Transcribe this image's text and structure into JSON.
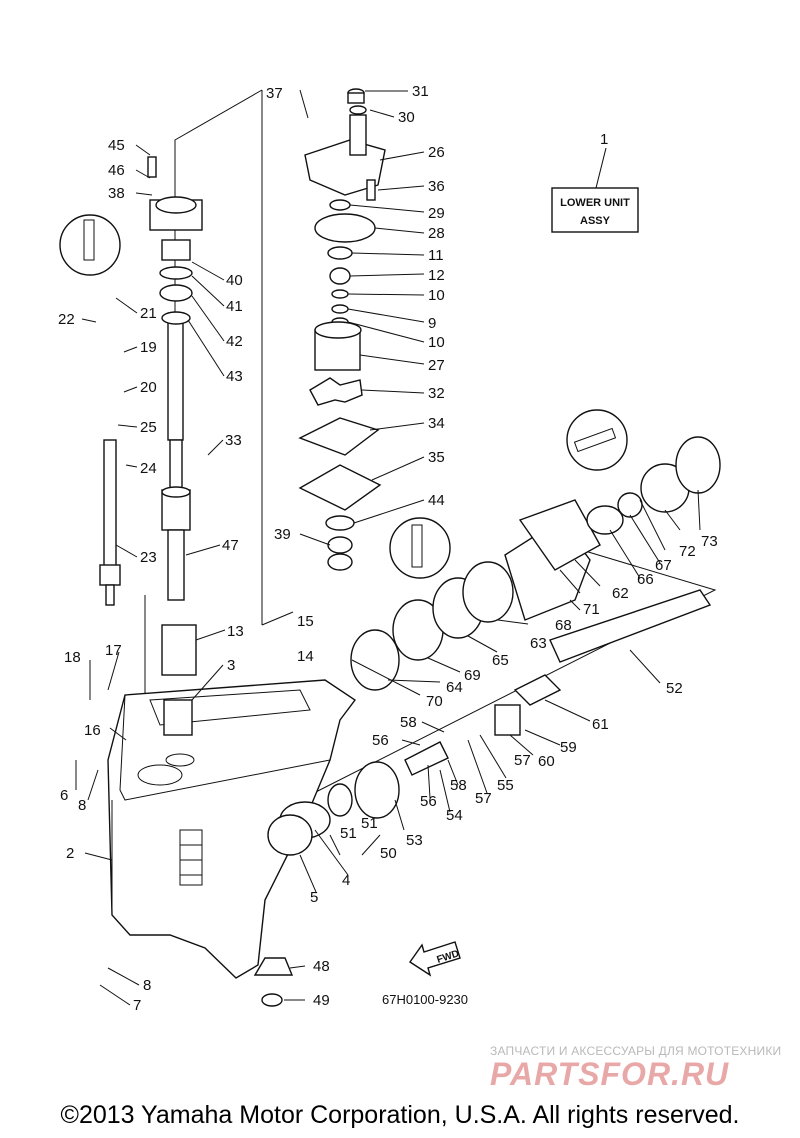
{
  "diagram": {
    "box_label_line1": "LOWER UNIT",
    "box_label_line2": "ASSY",
    "drawing_code": "67H0100-9230",
    "fwd_label": "FWD",
    "callouts": [
      {
        "id": "c1",
        "text": "1"
      },
      {
        "id": "c2",
        "text": "2"
      },
      {
        "id": "c3",
        "text": "3"
      },
      {
        "id": "c4",
        "text": "4"
      },
      {
        "id": "c5",
        "text": "5"
      },
      {
        "id": "c6",
        "text": "6"
      },
      {
        "id": "c7",
        "text": "7"
      },
      {
        "id": "c8a",
        "text": "8"
      },
      {
        "id": "c8b",
        "text": "8"
      },
      {
        "id": "c9",
        "text": "9"
      },
      {
        "id": "c10a",
        "text": "10"
      },
      {
        "id": "c10b",
        "text": "10"
      },
      {
        "id": "c11",
        "text": "11"
      },
      {
        "id": "c12",
        "text": "12"
      },
      {
        "id": "c13",
        "text": "13"
      },
      {
        "id": "c14",
        "text": "14"
      },
      {
        "id": "c15",
        "text": "15"
      },
      {
        "id": "c16",
        "text": "16"
      },
      {
        "id": "c17",
        "text": "17"
      },
      {
        "id": "c18",
        "text": "18"
      },
      {
        "id": "c19",
        "text": "19"
      },
      {
        "id": "c20",
        "text": "20"
      },
      {
        "id": "c21",
        "text": "21"
      },
      {
        "id": "c22",
        "text": "22"
      },
      {
        "id": "c23",
        "text": "23"
      },
      {
        "id": "c24",
        "text": "24"
      },
      {
        "id": "c25",
        "text": "25"
      },
      {
        "id": "c26",
        "text": "26"
      },
      {
        "id": "c27",
        "text": "27"
      },
      {
        "id": "c28",
        "text": "28"
      },
      {
        "id": "c29",
        "text": "29"
      },
      {
        "id": "c30",
        "text": "30"
      },
      {
        "id": "c31",
        "text": "31"
      },
      {
        "id": "c32",
        "text": "32"
      },
      {
        "id": "c33",
        "text": "33"
      },
      {
        "id": "c34",
        "text": "34"
      },
      {
        "id": "c35",
        "text": "35"
      },
      {
        "id": "c36",
        "text": "36"
      },
      {
        "id": "c37",
        "text": "37"
      },
      {
        "id": "c38",
        "text": "38"
      },
      {
        "id": "c39",
        "text": "39"
      },
      {
        "id": "c40",
        "text": "40"
      },
      {
        "id": "c41",
        "text": "41"
      },
      {
        "id": "c42",
        "text": "42"
      },
      {
        "id": "c43",
        "text": "43"
      },
      {
        "id": "c44",
        "text": "44"
      },
      {
        "id": "c45",
        "text": "45"
      },
      {
        "id": "c46",
        "text": "46"
      },
      {
        "id": "c47",
        "text": "47"
      },
      {
        "id": "c48",
        "text": "48"
      },
      {
        "id": "c49",
        "text": "49"
      },
      {
        "id": "c50",
        "text": "50"
      },
      {
        "id": "c51a",
        "text": "51"
      },
      {
        "id": "c51b",
        "text": "51"
      },
      {
        "id": "c52",
        "text": "52"
      },
      {
        "id": "c53",
        "text": "53"
      },
      {
        "id": "c54",
        "text": "54"
      },
      {
        "id": "c55",
        "text": "55"
      },
      {
        "id": "c56a",
        "text": "56"
      },
      {
        "id": "c56b",
        "text": "56"
      },
      {
        "id": "c57a",
        "text": "57"
      },
      {
        "id": "c57b",
        "text": "57"
      },
      {
        "id": "c58a",
        "text": "58"
      },
      {
        "id": "c58b",
        "text": "58"
      },
      {
        "id": "c59",
        "text": "59"
      },
      {
        "id": "c60",
        "text": "60"
      },
      {
        "id": "c61",
        "text": "61"
      },
      {
        "id": "c62",
        "text": "62"
      },
      {
        "id": "c63",
        "text": "63"
      },
      {
        "id": "c64",
        "text": "64"
      },
      {
        "id": "c65",
        "text": "65"
      },
      {
        "id": "c66",
        "text": "66"
      },
      {
        "id": "c67",
        "text": "67"
      },
      {
        "id": "c68",
        "text": "68"
      },
      {
        "id": "c69",
        "text": "69"
      },
      {
        "id": "c70",
        "text": "70"
      },
      {
        "id": "c71",
        "text": "71"
      },
      {
        "id": "c72",
        "text": "72"
      },
      {
        "id": "c73",
        "text": "73"
      }
    ]
  },
  "footer": {
    "copyright": "©2013 Yamaha Motor Corporation, U.S.A. All rights reserved.",
    "watermark_caption": "ЗАПЧАСТИ И АКСЕССУАРЫ ДЛЯ МОТОТЕХНИКИ",
    "watermark_logo": "PARTSFOR.RU"
  },
  "colors": {
    "line": "#111111",
    "watermark_red": "#d42a2a",
    "watermark_grey": "#b9b9b9"
  }
}
